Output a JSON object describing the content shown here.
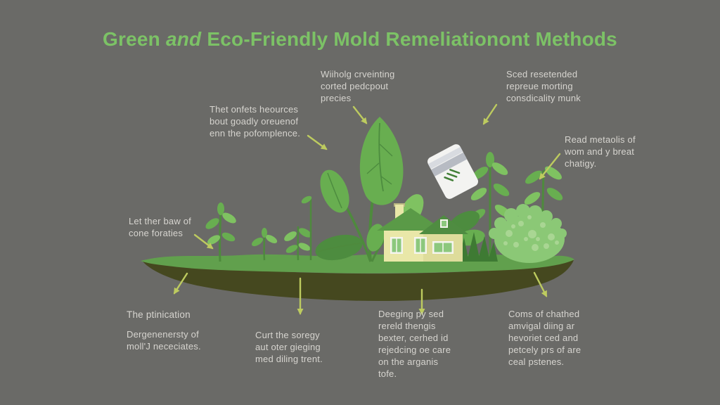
{
  "title": {
    "part1": "Green",
    "part2": "and",
    "part3": "Eco-Friendly Mold Remeliationont Methods"
  },
  "labels": {
    "top_left": "Thet onfets heources\nbout goadly oreuenof\nenn the pofomplence.",
    "top_center": "Wiiholg crveinting\ncorted pedcpout\nprecies",
    "top_right": "Sced resetended\nrepreue morting\nconsdicality munk",
    "right": "Read metaolis of\nwom and y breat\nchatigy.",
    "mid_left": "Let ther baw of\ncone foraties",
    "bottom_1_title": "The ptinication",
    "bottom_1_body": "Dergenenersty of\nmoll'J nececiates.",
    "bottom_2": "Curt the soregy\naut oter gieging\nmed diling trent.",
    "bottom_3": "Deeging py sed\nrereld thengis\nbexter, cerhed id\nrejedcing oe care\non the arganis\ntofe.",
    "bottom_4": "Coms of chathed\namvigal diing ar\nhevoriet ced and\npetcely prs of are\nceal pstenes."
  },
  "scene_icons": [
    "sprout-icon",
    "leafy-plant-icon",
    "house-icon",
    "eco-product-box-icon",
    "shrub-icon",
    "polka-dot-bush-icon",
    "grass-tuft-icon",
    "soil-layer-icon",
    "annotation-arrow-icon"
  ],
  "colors": {
    "background": "#6a6a67",
    "title_green": "#7cc266",
    "label_text": "#d6d4cf",
    "arrow": "#bdcb5f",
    "ground_green": "#61a04d",
    "soil_dark": "#45481f",
    "leaf": "#68ae50",
    "leaf_dark": "#4d8c3f",
    "leaf_light": "#7fc261",
    "stem": "#4e8a3d",
    "grass_dark": "#3e7a33",
    "bush_green": "#8bc876",
    "bush_dot": "#a9d693",
    "house_wall": "#e9e7a8",
    "house_wall2": "#dedc9b",
    "house_roof": "#5a9a47",
    "house_roof2": "#4f8c41",
    "window_frame": "#f5f5ee",
    "window_pane": "#8cc87d",
    "box_white": "#f3f3f1",
    "box_stripe": "#b7bbc3",
    "box_stripe_light": "#d8dbe0",
    "box_text": "#417e36"
  }
}
